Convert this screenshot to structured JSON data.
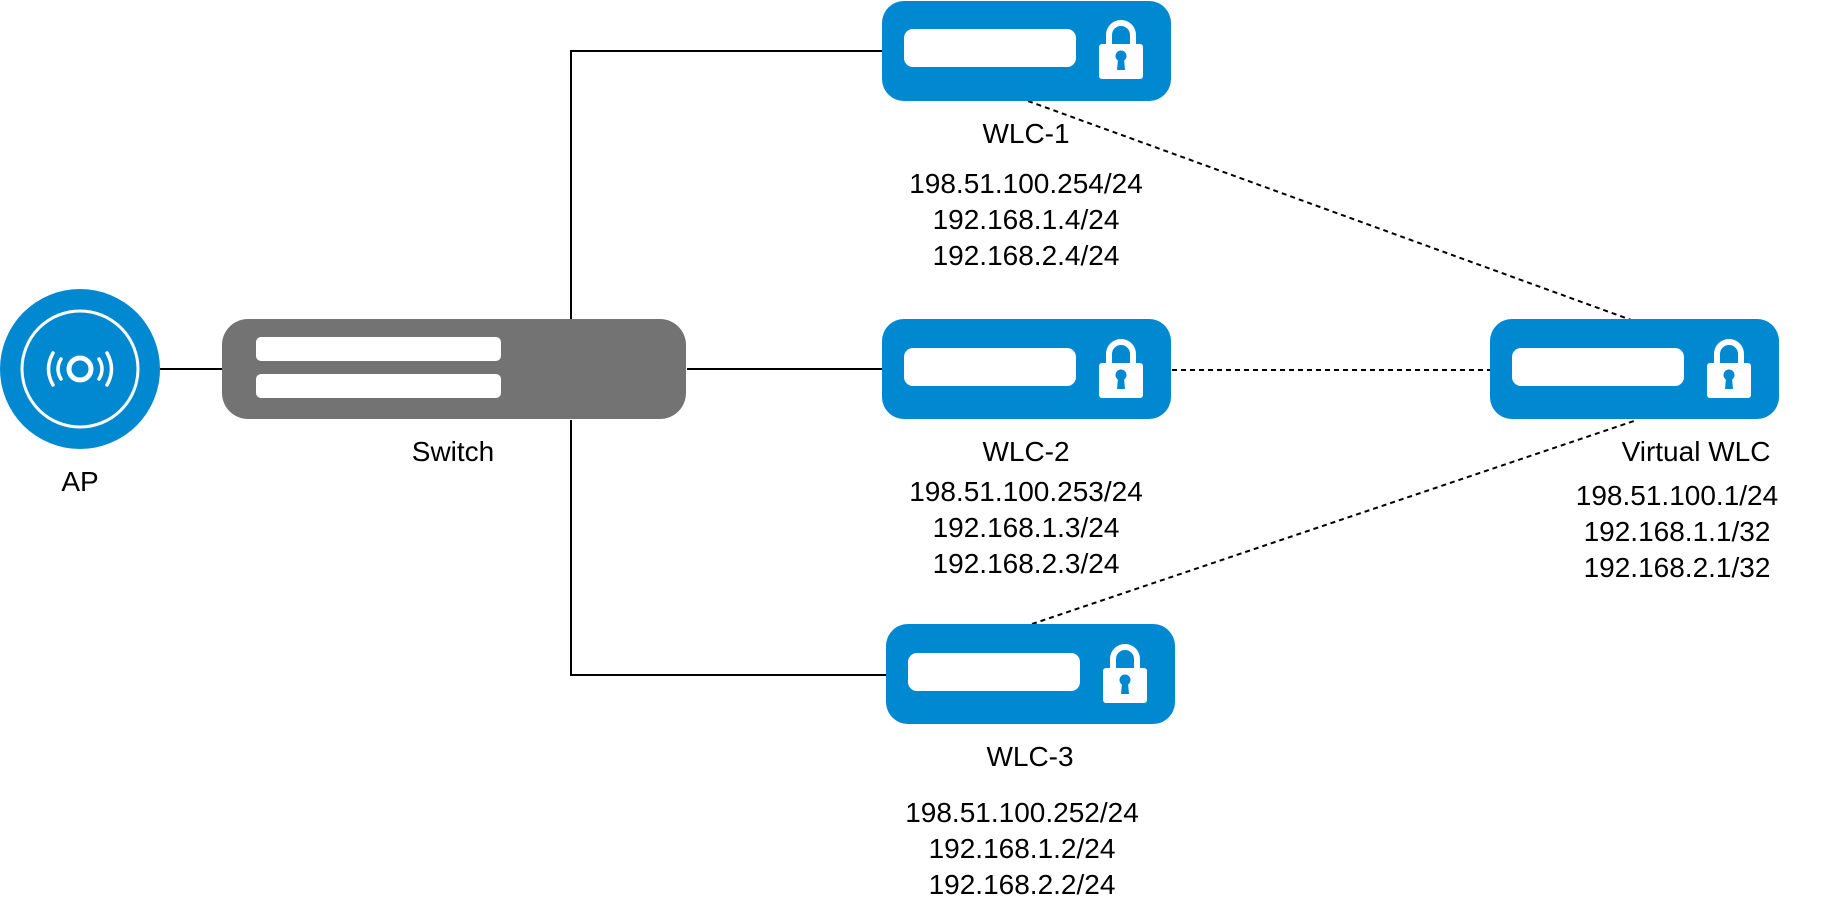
{
  "colors": {
    "controller_blue": "#0088D1",
    "switch_gray": "#737373",
    "link_black": "#000000",
    "slot_white": "#FFFFFF"
  },
  "nodes": {
    "ap": {
      "label": "AP",
      "icon": "wireless-access-point-icon"
    },
    "switch": {
      "label": "Switch",
      "icon": "network-switch-icon"
    },
    "wlc1": {
      "label": "WLC-1",
      "icon": "lock-icon",
      "ips": [
        "198.51.100.254/24",
        "192.168.1.4/24",
        "192.168.2.4/24"
      ]
    },
    "wlc2": {
      "label": "WLC-2",
      "icon": "lock-icon",
      "ips": [
        "198.51.100.253/24",
        "192.168.1.3/24",
        "192.168.2.3/24"
      ]
    },
    "wlc3": {
      "label": "WLC-3",
      "icon": "lock-icon",
      "ips": [
        "198.51.100.252/24",
        "192.168.1.2/24",
        "192.168.2.2/24"
      ]
    },
    "vwlc": {
      "label": "Virtual WLC",
      "icon": "lock-icon",
      "ips": [
        "198.51.100.1/24",
        "192.168.1.1/32",
        "192.168.2.1/32"
      ]
    }
  },
  "links": [
    {
      "from": "AP",
      "to": "Switch",
      "style": "solid"
    },
    {
      "from": "Switch",
      "to": "WLC-1",
      "style": "solid"
    },
    {
      "from": "Switch",
      "to": "WLC-2",
      "style": "solid"
    },
    {
      "from": "Switch",
      "to": "WLC-3",
      "style": "solid"
    },
    {
      "from": "WLC-1",
      "to": "Virtual WLC",
      "style": "dashed"
    },
    {
      "from": "WLC-2",
      "to": "Virtual WLC",
      "style": "dashed"
    },
    {
      "from": "WLC-3",
      "to": "Virtual WLC",
      "style": "dashed"
    }
  ]
}
